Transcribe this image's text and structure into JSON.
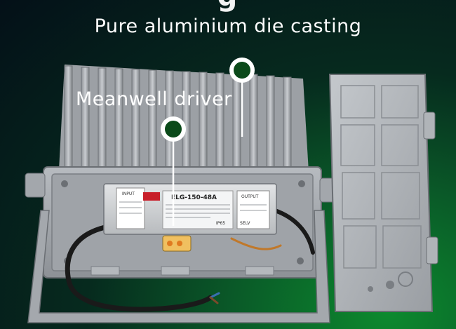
{
  "heading": {
    "fragment": "g"
  },
  "subtitle": "Pure aluminium die casting",
  "callouts": [
    {
      "label": "Meanwell driver"
    }
  ],
  "driver_label": {
    "input": "INPUT",
    "output": "OUTPUT",
    "model": "ELG-150-48A",
    "ip_rating": "IP65",
    "selv": "SELV"
  },
  "colors": {
    "background_top": "#041018",
    "background_glow": "#0c8a2e",
    "marker_green": "#0b4a1a",
    "housing": "#a9adb2",
    "text": "#ffffff"
  }
}
